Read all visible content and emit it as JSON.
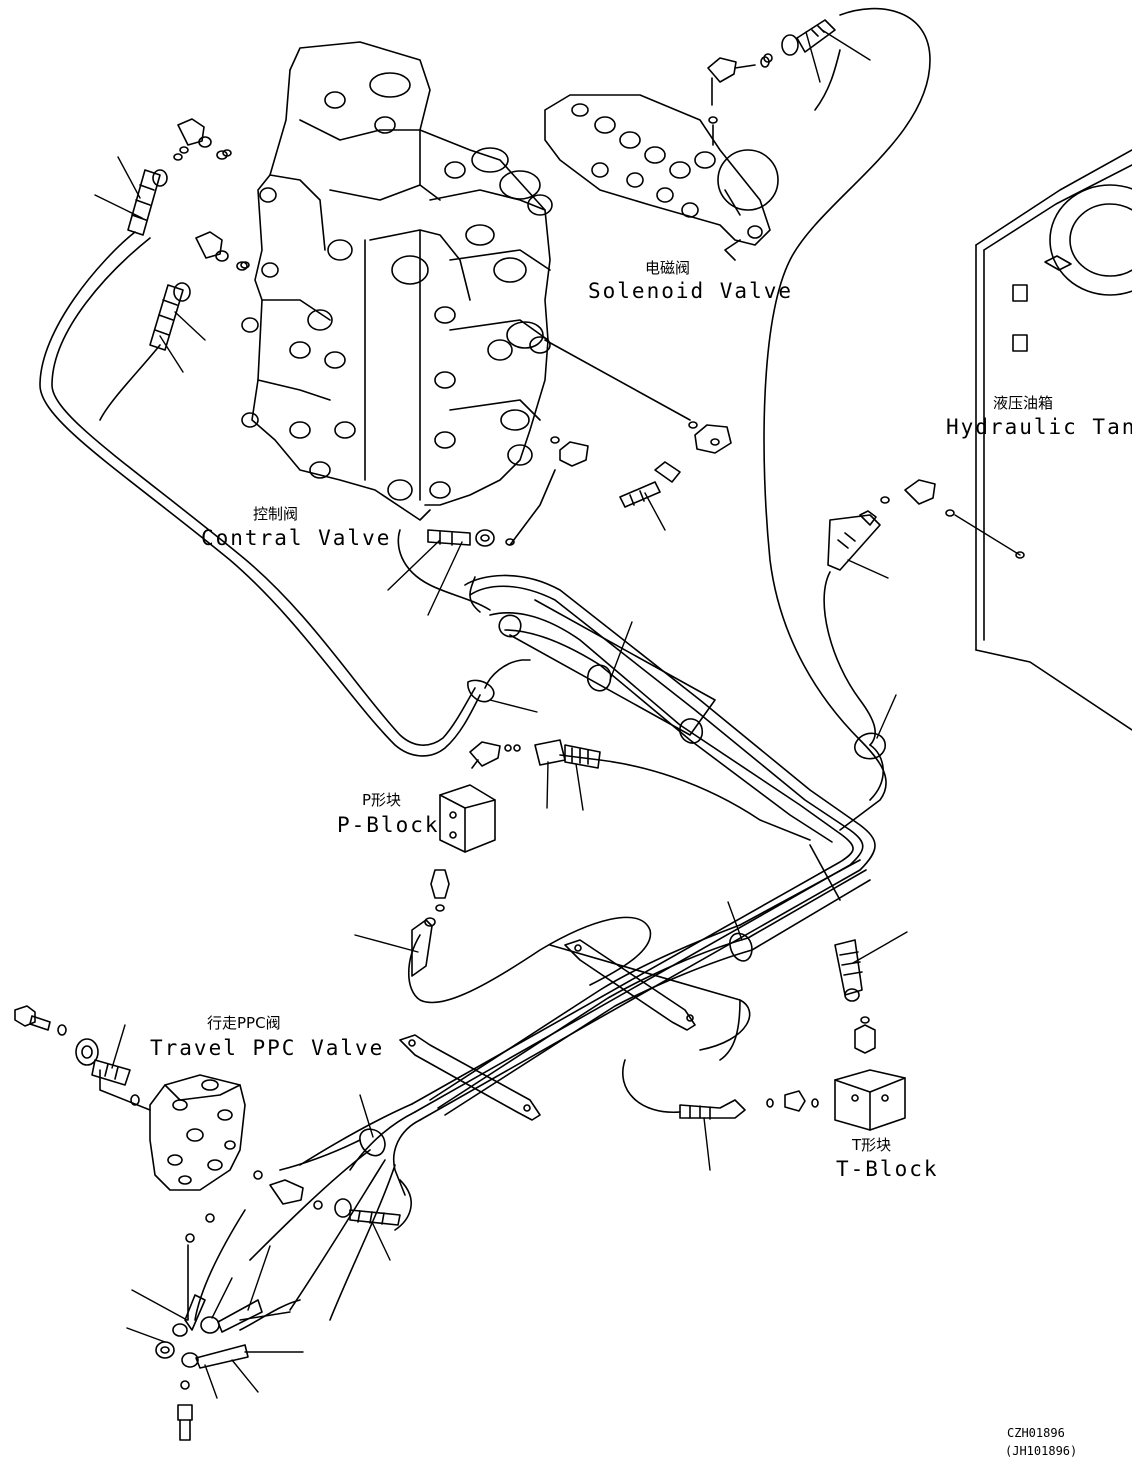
{
  "labels": {
    "solenoid_valve": {
      "cn": "电磁阀",
      "en": "Solenoid Valve"
    },
    "hydraulic_tank": {
      "cn": "液压油箱",
      "en": "Hydraulic Tank"
    },
    "control_valve": {
      "cn": "控制阀",
      "en": "Contral Valve"
    },
    "p_block": {
      "cn": "P形块",
      "en": "P-Block"
    },
    "travel_ppc_valve": {
      "cn": "行走PPC阀",
      "en": "Travel PPC Valve"
    },
    "t_block": {
      "cn": "T形块",
      "en": "T-Block"
    }
  },
  "drawing_ref": {
    "code": "CZH01896",
    "sub": "(JH101896)"
  },
  "colors": {
    "ink": "#000000",
    "paper": "#ffffff"
  }
}
